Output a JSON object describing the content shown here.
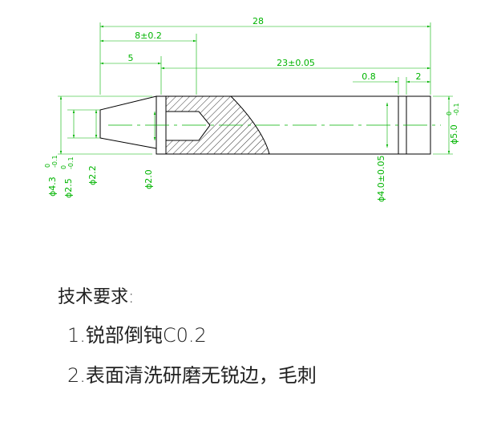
{
  "drawing": {
    "dimensions": {
      "overall_length": "28",
      "partial_length": "8±0.2",
      "tip_length": "5",
      "body_length": "23±0.05",
      "groove_width": "0.8",
      "end_length": "2",
      "dia_4_3": "ϕ4.3",
      "dia_4_3_tol_upper": "0",
      "dia_4_3_tol_lower": "-0.1",
      "dia_2_5": "ϕ2.5",
      "dia_2_5_tol_upper": "0",
      "dia_2_5_tol_lower": "-0.1",
      "dia_2_2": "ϕ2.2",
      "dia_2_0": "ϕ2.0",
      "dia_4_0": "ϕ4.0±0.05",
      "dia_5_0": "ϕ5.0",
      "dia_5_0_tol_upper": "0",
      "dia_5_0_tol_lower": "-0.1"
    },
    "colors": {
      "outline": "#000000",
      "dimension": "#00b400",
      "centerline": "#00b400"
    }
  },
  "notes": {
    "title": "技术要求:",
    "item1": "1.锐部倒钝C0.2",
    "item2": "2.表面清洗研磨无锐边，毛刺"
  }
}
